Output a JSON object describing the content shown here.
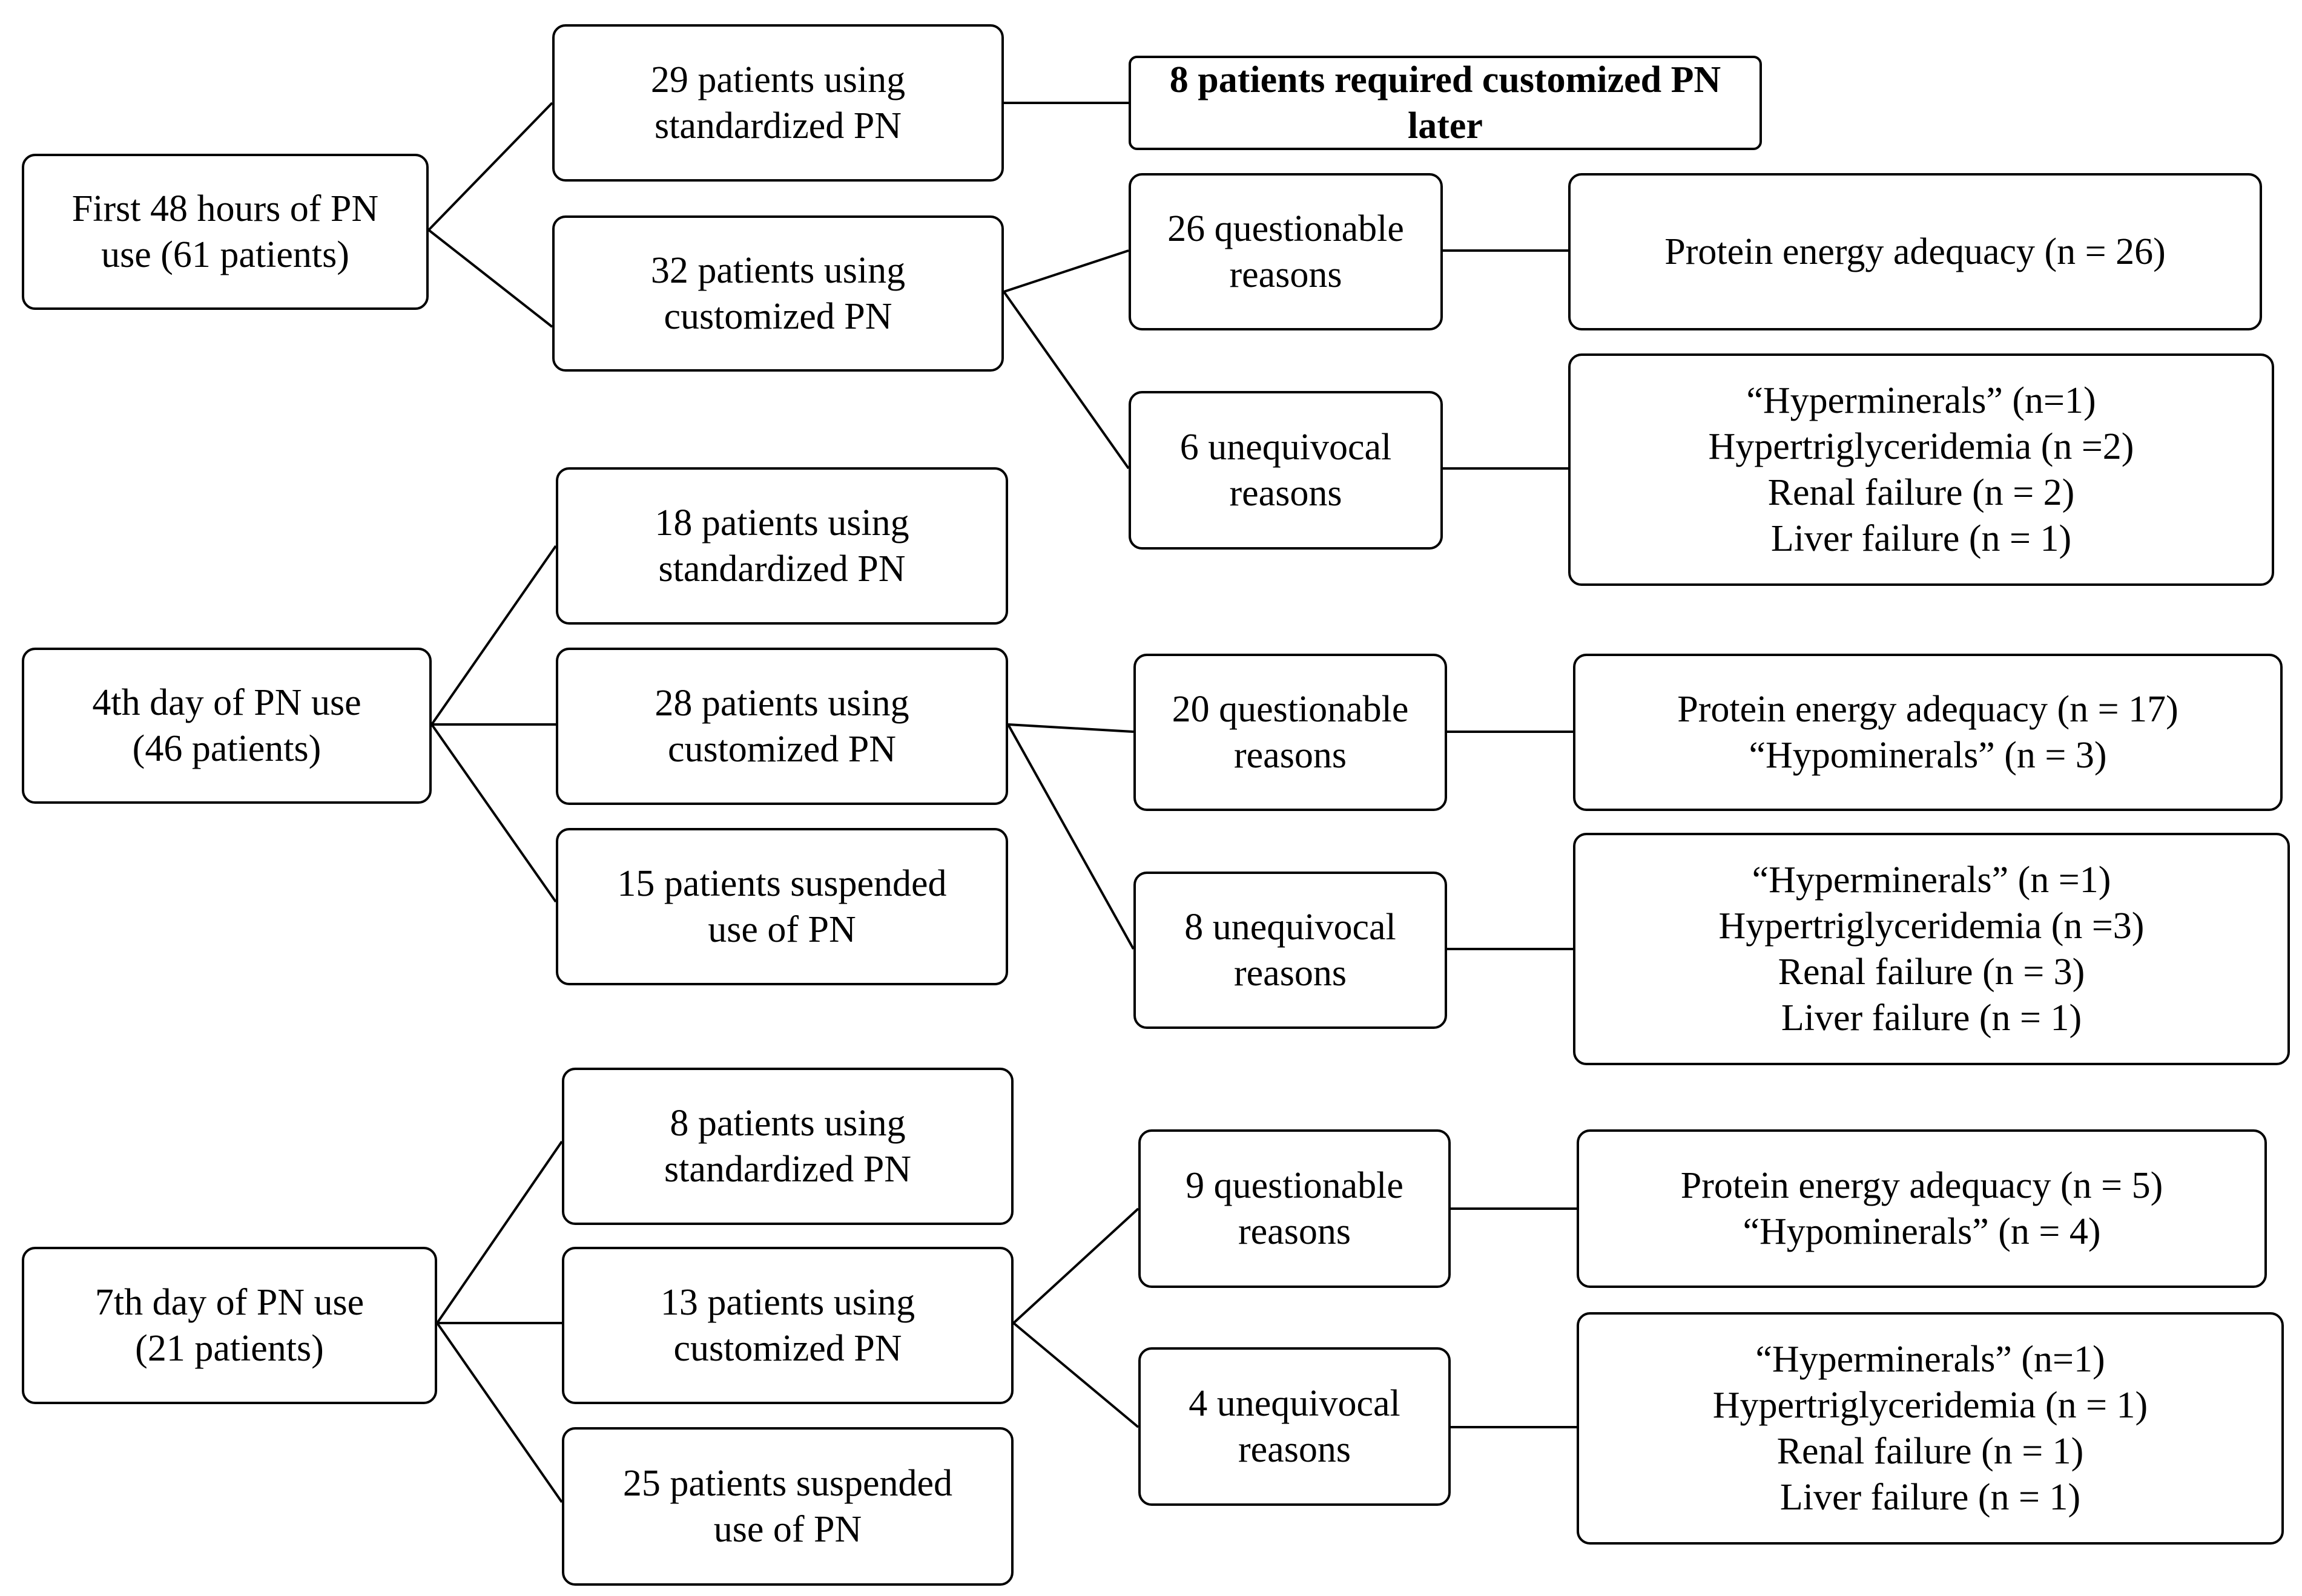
{
  "stages": [
    {
      "root": [
        "First 48 hours of PN",
        "use (61 patients)"
      ],
      "standardized": [
        "29 patients using",
        "standardized PN"
      ],
      "standardized_followup": [
        "8 patients required customized PN",
        "later"
      ],
      "customized": [
        "32 patients using",
        "customized PN"
      ],
      "questionable": [
        "26 questionable",
        "reasons"
      ],
      "questionable_detail": [
        "Protein energy adequacy (n = 26)"
      ],
      "unequivocal": [
        "6 unequivocal",
        "reasons"
      ],
      "unequivocal_detail": [
        "“Hyperminerals” (n=1)",
        "Hypertriglyceridemia (n =2)",
        "Renal failure (n = 2)",
        "Liver failure (n = 1)"
      ]
    },
    {
      "root": [
        "4th day of PN use",
        "(46 patients)"
      ],
      "standardized": [
        "18 patients using",
        "standardized PN"
      ],
      "customized": [
        "28 patients using",
        "customized PN"
      ],
      "suspended": [
        "15 patients suspended",
        "use of PN"
      ],
      "questionable": [
        "20 questionable",
        "reasons"
      ],
      "questionable_detail": [
        "Protein energy adequacy (n = 17)",
        "“Hypominerals” (n = 3)"
      ],
      "unequivocal": [
        "8 unequivocal",
        "reasons"
      ],
      "unequivocal_detail": [
        "“Hyperminerals” (n =1)",
        "Hypertriglyceridemia (n =3)",
        "Renal failure (n = 3)",
        "Liver failure (n = 1)"
      ]
    },
    {
      "root": [
        "7th day of PN use",
        "(21 patients)"
      ],
      "standardized": [
        "8 patients using",
        "standardized PN"
      ],
      "customized": [
        "13 patients using",
        "customized PN"
      ],
      "suspended": [
        "25 patients suspended",
        "use of PN"
      ],
      "questionable": [
        "9 questionable",
        "reasons"
      ],
      "questionable_detail": [
        "Protein energy adequacy (n = 5)",
        "“Hypominerals” (n = 4)"
      ],
      "unequivocal": [
        "4 unequivocal",
        "reasons"
      ],
      "unequivocal_detail": [
        "“Hyperminerals” (n=1)",
        "Hypertriglyceridemia (n = 1)",
        "Renal failure (n = 1)",
        "Liver failure (n = 1)"
      ]
    }
  ]
}
